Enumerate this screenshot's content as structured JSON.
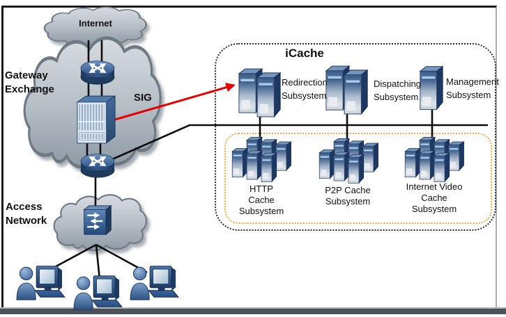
{
  "figure_type": "icache-network-architecture-diagram",
  "clouds": {
    "internet": {
      "label": "Internet"
    },
    "gateway_exchange": {
      "label": "Gateway\nExchange"
    },
    "access_network": {
      "label": "Access\nNetwork"
    }
  },
  "devices": {
    "sig": {
      "label": "SIG"
    },
    "router_upper": {
      "icon": "router-icon"
    },
    "router_lower": {
      "icon": "router-icon"
    },
    "access_switch": {
      "icon": "lan-switch-icon"
    },
    "subscriber_groups": 3
  },
  "icache": {
    "title": "iCache",
    "upper_subsystems": [
      {
        "id": "redirection",
        "label": "Redirection\nSubsystem",
        "servers": 2
      },
      {
        "id": "dispatching",
        "label": "Dispatching\nSubsystem",
        "servers": 2
      },
      {
        "id": "management",
        "label": "Management\nSubsystem",
        "servers": 1
      }
    ],
    "cache_subsystems": [
      {
        "id": "http",
        "label": "HTTP\nCache\nSubsystem"
      },
      {
        "id": "p2p",
        "label": "P2P Cache\nSubsystem"
      },
      {
        "id": "video",
        "label": "Internet Video\nCache\nSubsystem"
      }
    ]
  },
  "connections": {
    "redirect_arrow": {
      "from": "SIG",
      "to": "Redirection Subsystem",
      "color": "#e60000"
    }
  },
  "colors": {
    "line": "#0d0d0d",
    "red_arrow": "#e60000",
    "icache_border": "#2a2a2a",
    "cache_zone_border": "#f2a93e",
    "server_navy": "#1c3863",
    "cloud_top": "#d7dce1",
    "cloud_bottom": "#8f9aa5"
  }
}
